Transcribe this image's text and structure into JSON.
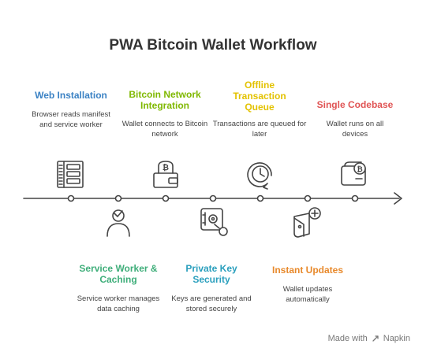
{
  "title": "PWA Bitcoin Wallet Workflow",
  "steps_top": [
    {
      "title": "Web Installation",
      "desc": "Browser reads manifest and service worker",
      "color": "#3b82c4",
      "icon": "browser-layout-icon"
    },
    {
      "title": "Bitcoin Network Integration",
      "desc": "Wallet connects to Bitcoin network",
      "color": "#7fb800",
      "icon": "bitcoin-wallet-icon"
    },
    {
      "title": "Offline Transaction Queue",
      "desc": "Transactions are queued for later",
      "color": "#e3c200",
      "icon": "queue-clock-icon"
    },
    {
      "title": "Single Codebase",
      "desc": "Wallet runs on all devices",
      "color": "#e05454",
      "icon": "bitcoin-wallet-card-icon"
    }
  ],
  "steps_bottom": [
    {
      "title": "Service Worker & Caching",
      "desc": "Service worker manages data caching",
      "color": "#3fae7a",
      "icon": "user-check-icon"
    },
    {
      "title": "Private Key Security",
      "desc": "Keys are generated and stored securely",
      "color": "#2a9fbd",
      "icon": "safe-key-icon"
    },
    {
      "title": "Instant Updates",
      "desc": "Wallet updates automatically",
      "color": "#e8892b",
      "icon": "wallet-plus-icon"
    }
  ],
  "brand": {
    "prefix": "Made with",
    "name": "Napkin"
  }
}
